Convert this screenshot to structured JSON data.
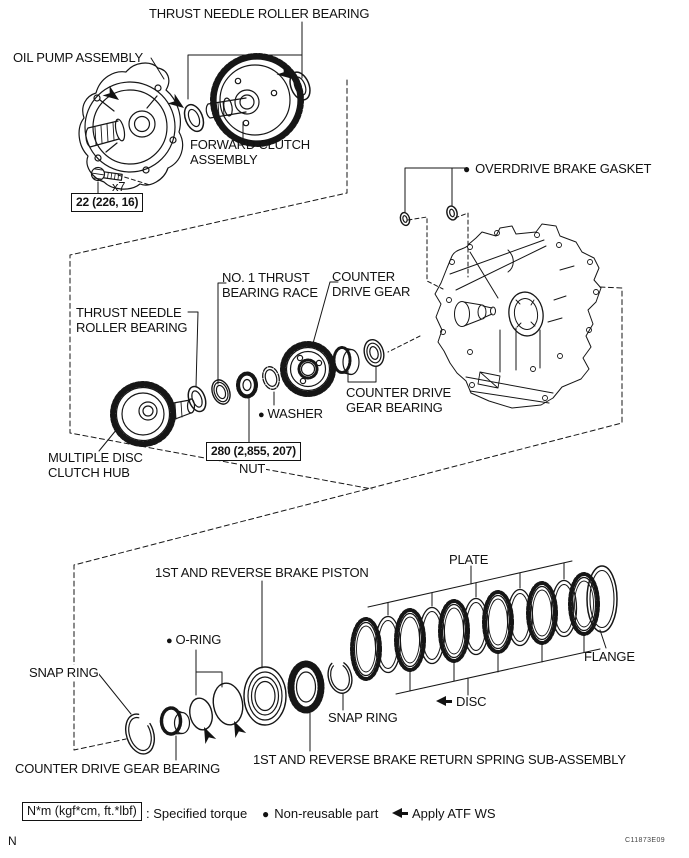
{
  "sections": {
    "top": {
      "thrust_needle_roller_bearing": "THRUST NEEDLE ROLLER BEARING",
      "oil_pump_assembly": "OIL PUMP ASSEMBLY",
      "forward_clutch_assembly": "FORWARD CLUTCH ASSEMBLY",
      "bolt_count": "x7",
      "torque": "22 (226, 16)"
    },
    "middle": {
      "overdrive_brake_gasket": "OVERDRIVE BRAKE GASKET",
      "no1_thrust_bearing_race": "NO. 1 THRUST BEARING RACE",
      "counter_drive_gear": "COUNTER DRIVE GEAR",
      "thrust_needle_roller_bearing": "THRUST NEEDLE ROLLER BEARING",
      "washer": "WASHER",
      "multiple_disc_clutch_hub": "MULTIPLE DISC CLUTCH HUB",
      "torque": "280 (2,855, 207)",
      "nut": "NUT",
      "counter_drive_gear_bearing": "COUNTER DRIVE GEAR BEARING"
    },
    "bottom": {
      "brake_piston": "1ST AND REVERSE BRAKE PISTON",
      "plate": "PLATE",
      "o_ring": "O-RING",
      "snap_ring_left": "SNAP RING",
      "snap_ring_right": "SNAP RING",
      "flange": "FLANGE",
      "disc": "DISC",
      "counter_drive_gear_bearing": "COUNTER DRIVE GEAR BEARING",
      "return_spring": "1ST AND REVERSE BRAKE RETURN SPRING SUB-ASSEMBLY"
    }
  },
  "legend": {
    "torque_box": "N*m (kgf*cm, ft.*lbf)",
    "torque_desc": ": Specified torque",
    "non_reusable": "Non-reusable part",
    "apply_atf": "Apply ATF WS"
  },
  "footer": {
    "page_marker": "N",
    "figure_code": "C11873E09"
  },
  "icons": {
    "bullet": "●"
  },
  "colors": {
    "ink": "#121212",
    "background": "#ffffff"
  }
}
